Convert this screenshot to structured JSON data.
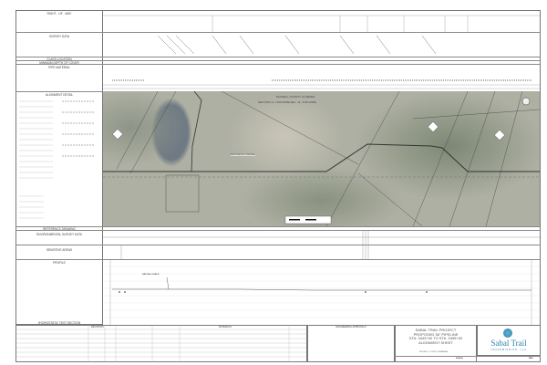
{
  "left_panel": {
    "row": "RIGHT - OF - WAY",
    "survey": "SURVEY DATA",
    "class_location": "CLASS LOCATION",
    "min_cover": "MINIMUM DEPTH OF COVER",
    "pipe_material": "PIPE MATERIAL",
    "alignment": "ALIGNMENT DETAIL",
    "reference": "REFERENCE DRAWING",
    "env_survey": "ENVIRONMENTAL SURVEY DATA",
    "sensitive": "SENSITIVE AREAS",
    "profile": "PROFILE",
    "hydro": "HYDROSTATIC TEST SECTION"
  },
  "map": {
    "county_label": "RUSSELL COUNTY, ALABAMA",
    "section_label": "SECTION 11, T15N R28E  SEC. 12, T15N R28E",
    "pipeline_label": "PROPOSED 36\" PIPELINE"
  },
  "profile": {
    "label": "NATURAL GRADE"
  },
  "approvals": {
    "heading": "ENGINEERING APPROVALS",
    "revisions": "REVISIONS",
    "materials": "MATERIALS"
  },
  "title_block": {
    "line1": "SABAL TRAIL PROJECT",
    "line2": "PROPOSED 36\" PIPELINE",
    "line3": "STA. 3443+00 TO STA. 3495+00",
    "line4": "ALIGNMENT SHEET",
    "county": "RUSSELL COUNTY, ALABAMA",
    "scale_label": "SCALE:",
    "rev_label": "REV:"
  },
  "logo": {
    "name": "Sabal Trail",
    "sub": "TRANSMISSION, LLC",
    "color": "#2c7fa8"
  }
}
